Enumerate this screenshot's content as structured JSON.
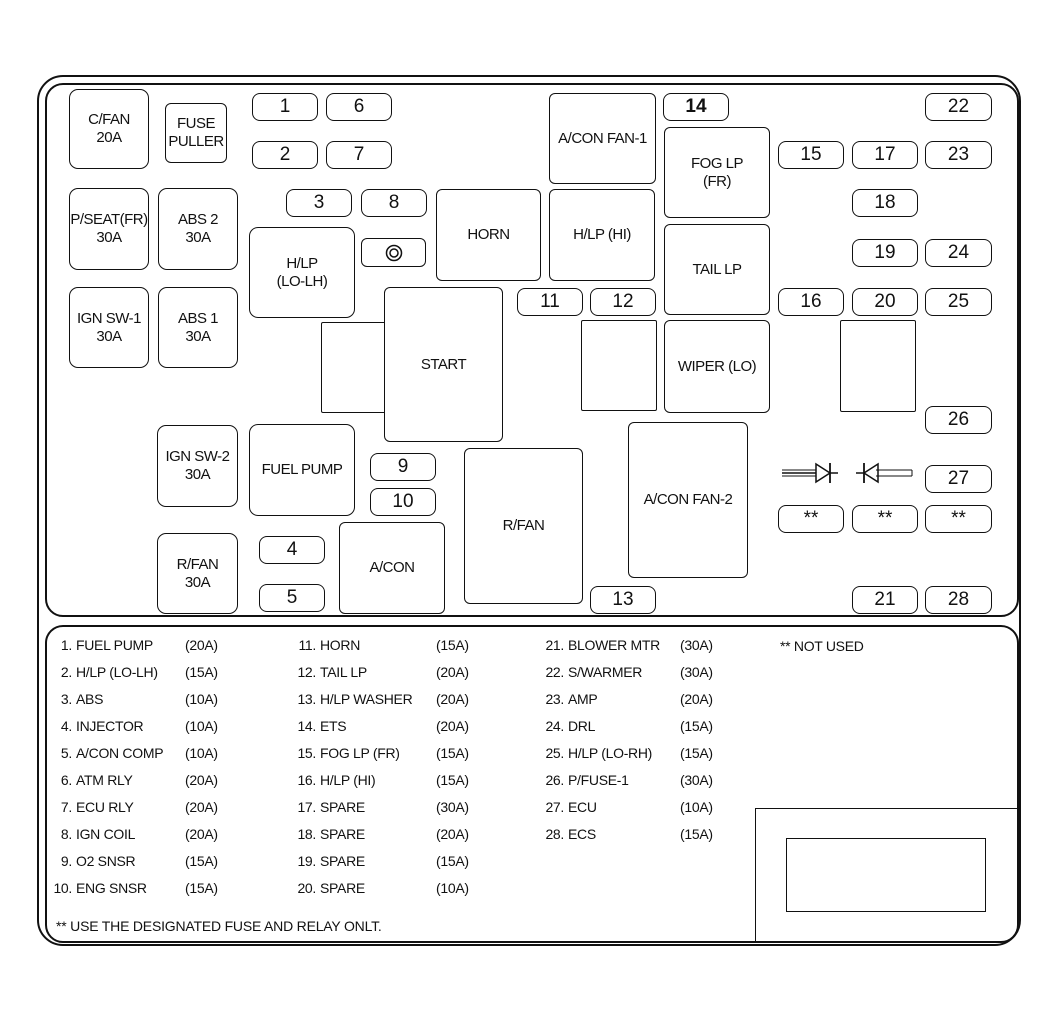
{
  "components": {
    "cfan": "C/FAN\n20A",
    "fuse_puller": "FUSE\nPULLER",
    "pseat": "P/SEAT(FR)\n30A",
    "abs2": "ABS 2\n30A",
    "ign_sw1": "IGN SW-1\n30A",
    "abs1": "ABS 1\n30A",
    "hlp_lolh": "H/LP\n(LO-LH)",
    "horn": "HORN",
    "hlp_hi": "H/LP (HI)",
    "acon_fan1": "A/CON FAN-1",
    "fog_lp": "FOG LP\n(FR)",
    "tail_lp": "TAIL LP",
    "start": "START",
    "wiper_lo": "WIPER (LO)",
    "ign_sw2": "IGN SW-2\n30A",
    "fuel_pump": "FUEL PUMP",
    "rfan_relay": "R/FAN",
    "acon_fan2": "A/CON FAN-2",
    "rfan_fuse": "R/FAN\n30A",
    "acon": "A/CON"
  },
  "fuse_slots": {
    "f1": "1",
    "f2": "2",
    "f3": "3",
    "f4": "4",
    "f5": "5",
    "f6": "6",
    "f7": "7",
    "f8": "8",
    "f9": "9",
    "f10": "10",
    "f11": "11",
    "f12": "12",
    "f13": "13",
    "f14": "14",
    "f15": "15",
    "f16": "16",
    "f17": "17",
    "f18": "18",
    "f19": "19",
    "f20": "20",
    "f21": "21",
    "f22": "22",
    "f23": "23",
    "f24": "24",
    "f25": "25",
    "f26": "26",
    "f27": "27",
    "f28": "28",
    "nu1": "**",
    "nu2": "**",
    "nu3": "**"
  },
  "legend": [
    {
      "num": "1.",
      "name": "FUEL PUMP",
      "amp": "(20A)"
    },
    {
      "num": "2.",
      "name": "H/LP (LO-LH)",
      "amp": "(15A)"
    },
    {
      "num": "3.",
      "name": "ABS",
      "amp": "(10A)"
    },
    {
      "num": "4.",
      "name": "INJECTOR",
      "amp": "(10A)"
    },
    {
      "num": "5.",
      "name": "A/CON COMP",
      "amp": "(10A)"
    },
    {
      "num": "6.",
      "name": "ATM RLY",
      "amp": "(20A)"
    },
    {
      "num": "7.",
      "name": "ECU RLY",
      "amp": "(20A)"
    },
    {
      "num": "8.",
      "name": "IGN COIL",
      "amp": "(20A)"
    },
    {
      "num": "9.",
      "name": "O2 SNSR",
      "amp": "(15A)"
    },
    {
      "num": "10.",
      "name": "ENG SNSR",
      "amp": "(15A)"
    },
    {
      "num": "11.",
      "name": "HORN",
      "amp": "(15A)"
    },
    {
      "num": "12.",
      "name": "TAIL LP",
      "amp": "(20A)"
    },
    {
      "num": "13.",
      "name": "H/LP WASHER",
      "amp": "(20A)"
    },
    {
      "num": "14.",
      "name": "ETS",
      "amp": "(20A)"
    },
    {
      "num": "15.",
      "name": "FOG LP (FR)",
      "amp": "(15A)"
    },
    {
      "num": "16.",
      "name": "H/LP (HI)",
      "amp": "(15A)"
    },
    {
      "num": "17.",
      "name": "SPARE",
      "amp": "(30A)"
    },
    {
      "num": "18.",
      "name": "SPARE",
      "amp": "(20A)"
    },
    {
      "num": "19.",
      "name": "SPARE",
      "amp": "(15A)"
    },
    {
      "num": "20.",
      "name": "SPARE",
      "amp": "(10A)"
    },
    {
      "num": "21.",
      "name": "BLOWER MTR",
      "amp": "(30A)"
    },
    {
      "num": "22.",
      "name": "S/WARMER",
      "amp": "(30A)"
    },
    {
      "num": "23.",
      "name": "AMP",
      "amp": "(20A)"
    },
    {
      "num": "24.",
      "name": "DRL",
      "amp": "(15A)"
    },
    {
      "num": "25.",
      "name": "H/LP (LO-RH)",
      "amp": "(15A)"
    },
    {
      "num": "26.",
      "name": "P/FUSE-1",
      "amp": "(30A)"
    },
    {
      "num": "27.",
      "name": "ECU",
      "amp": "(10A)"
    },
    {
      "num": "28.",
      "name": "ECS",
      "amp": "(15A)"
    }
  ],
  "notes": {
    "not_used": "**  NOT USED",
    "designated": "** USE THE DESIGNATED FUSE AND RELAY ONLT."
  }
}
